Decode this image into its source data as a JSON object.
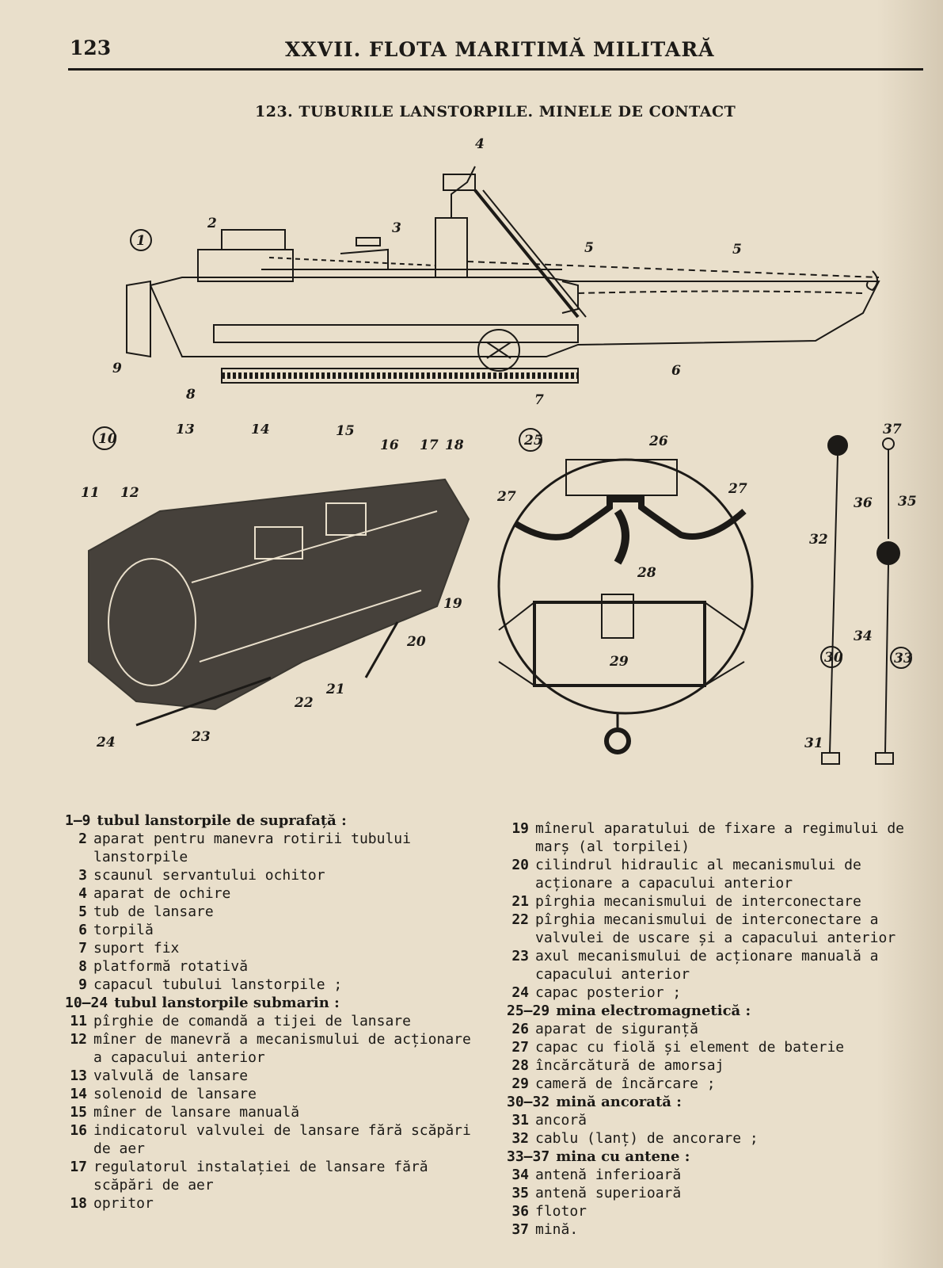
{
  "header": {
    "page_number": "123",
    "running_title": "XXVII. FLOTA MARITIMĂ MILITARĂ"
  },
  "section_title": "123. TUBURILE LANSTORPILE. MINELE DE CONTACT",
  "figures": {
    "fig1": {
      "circled_number": "1",
      "labels": [
        "2",
        "3",
        "4",
        "5",
        "5",
        "6",
        "7",
        "8",
        "9"
      ]
    },
    "fig10": {
      "circled_number": "10",
      "labels": [
        "11",
        "12",
        "13",
        "14",
        "15",
        "16",
        "17",
        "18",
        "19",
        "20",
        "21",
        "22",
        "23",
        "24"
      ]
    },
    "fig25": {
      "circled_number": "25",
      "labels": [
        "26",
        "27",
        "27",
        "28",
        "29"
      ]
    },
    "fig30": {
      "circled_number": "30",
      "labels": [
        "31",
        "32"
      ]
    },
    "fig33": {
      "circled_number": "33",
      "labels": [
        "34",
        "35",
        "36",
        "37"
      ]
    }
  },
  "legend_left": [
    {
      "num": "1—9",
      "text": "tubul lanstorpile de suprafață :",
      "heading": true
    },
    {
      "num": "2",
      "text": "aparat pentru manevra rotirii tubului lanstorpile"
    },
    {
      "num": "3",
      "text": "scaunul servantului ochitor"
    },
    {
      "num": "4",
      "text": "aparat de ochire"
    },
    {
      "num": "5",
      "text": "tub de lansare"
    },
    {
      "num": "6",
      "text": "torpilă"
    },
    {
      "num": "7",
      "text": "suport fix"
    },
    {
      "num": "8",
      "text": "platformă rotativă"
    },
    {
      "num": "9",
      "text": "capacul tubului lanstorpile ;"
    },
    {
      "num": "10—24",
      "text": "tubul lanstorpile submarin :",
      "heading": true
    },
    {
      "num": "11",
      "text": "pîrghie de comandă a tijei de lansare"
    },
    {
      "num": "12",
      "text": "mîner de manevră a mecanismului de acționare a capacului anterior"
    },
    {
      "num": "13",
      "text": "valvulă de lansare"
    },
    {
      "num": "14",
      "text": "solenoid de lansare"
    },
    {
      "num": "15",
      "text": "mîner de lansare manuală"
    },
    {
      "num": "16",
      "text": "indicatorul valvulei de lansare fără scăpări de aer"
    },
    {
      "num": "17",
      "text": "regulatorul instalației de lansare fără scăpări de aer"
    },
    {
      "num": "18",
      "text": "opritor"
    }
  ],
  "legend_right": [
    {
      "num": "19",
      "text": "mînerul aparatului de fixare a regimului de marș (al torpilei)"
    },
    {
      "num": "20",
      "text": "cilindrul hidraulic al mecanismului de acționare a capacului anterior"
    },
    {
      "num": "21",
      "text": "pîrghia mecanismului de interconectare"
    },
    {
      "num": "22",
      "text": "pîrghia mecanismului de interconectare a valvulei de uscare și a capacului anterior"
    },
    {
      "num": "23",
      "text": "axul mecanismului de acționare manuală a capacului anterior"
    },
    {
      "num": "24",
      "text": "capac posterior ;"
    },
    {
      "num": "25—29",
      "text": "mina electromagnetică :",
      "heading": true
    },
    {
      "num": "26",
      "text": "aparat de siguranță"
    },
    {
      "num": "27",
      "text": "capac cu fiolă și element de baterie"
    },
    {
      "num": "28",
      "text": "încărcătură de amorsaj"
    },
    {
      "num": "29",
      "text": "cameră de încărcare ;"
    },
    {
      "num": "30—32",
      "text": "mină ancorată :",
      "heading": true
    },
    {
      "num": "31",
      "text": "ancoră"
    },
    {
      "num": "32",
      "text": "cablu (lanț) de ancorare ;"
    },
    {
      "num": "33—37",
      "text": "mina cu antene :",
      "heading": true
    },
    {
      "num": "34",
      "text": "antenă inferioară"
    },
    {
      "num": "35",
      "text": "antenă superioară"
    },
    {
      "num": "36",
      "text": "flotor"
    },
    {
      "num": "37",
      "text": "mină."
    }
  ]
}
